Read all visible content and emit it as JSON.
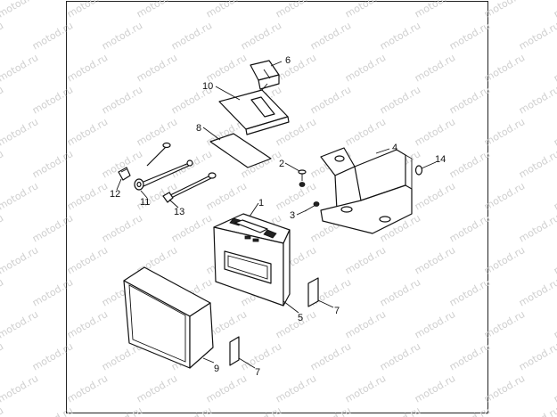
{
  "watermark": {
    "text": "motod.ru"
  },
  "diagram": {
    "callouts": [
      {
        "id": "1",
        "text": "1"
      },
      {
        "id": "2",
        "text": "2"
      },
      {
        "id": "3",
        "text": "3"
      },
      {
        "id": "4",
        "text": "4"
      },
      {
        "id": "5",
        "text": "5"
      },
      {
        "id": "6",
        "text": "6"
      },
      {
        "id": "7a",
        "text": "7"
      },
      {
        "id": "7b",
        "text": "7"
      },
      {
        "id": "8",
        "text": "8"
      },
      {
        "id": "9",
        "text": "9"
      },
      {
        "id": "10",
        "text": "10"
      },
      {
        "id": "11",
        "text": "11"
      },
      {
        "id": "12",
        "text": "12"
      },
      {
        "id": "13",
        "text": "13"
      },
      {
        "id": "14",
        "text": "14"
      }
    ]
  }
}
